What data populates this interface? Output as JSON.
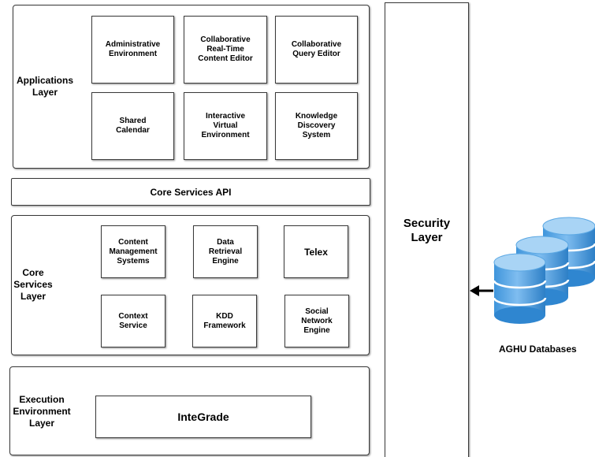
{
  "applications_layer": {
    "label": "Applications\nLayer",
    "modules": [
      "Administrative\nEnvironment",
      "Collaborative\nReal-Time\nContent Editor",
      "Collaborative\nQuery Editor",
      "Shared\nCalendar",
      "Interactive\nVirtual\nEnvironment",
      "Knowledge\nDiscovery\nSystem"
    ]
  },
  "core_services_api": {
    "label": "Core Services API"
  },
  "core_services_layer": {
    "label": "Core\nServices\nLayer",
    "modules": [
      "Content\nManagement\nSystems",
      "Data\nRetrieval\nEngine",
      "Telex",
      "Context\nService",
      "KDD\nFramework",
      "Social\nNetwork\nEngine"
    ]
  },
  "execution_layer": {
    "label": "Execution\nEnvironment\nLayer",
    "module": "InteGrade"
  },
  "security_layer": {
    "label": "Security\nLayer"
  },
  "databases": {
    "label": "AGHU Databases",
    "icon": "database-stack-icon",
    "count": 3
  },
  "colors": {
    "border": "#3a3a3a",
    "db_light": "#a9d4f5",
    "db_mid": "#5aa7e3",
    "db_dark": "#2f86d0",
    "arrow": "#000000"
  }
}
